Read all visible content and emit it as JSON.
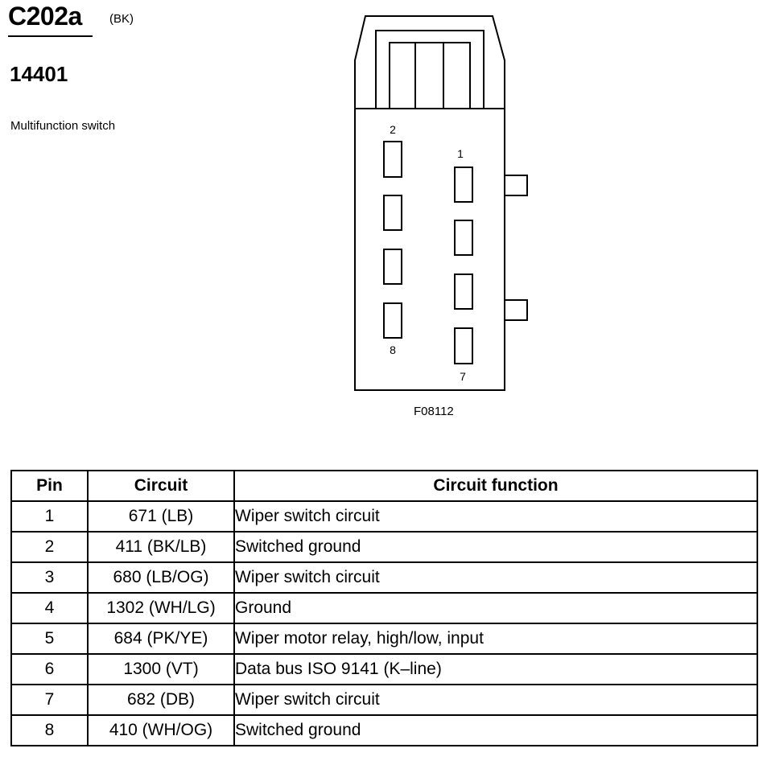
{
  "connector": {
    "id": "C202a",
    "color": "(BK)",
    "part_number": "14401",
    "description": "Multifunction switch"
  },
  "diagram": {
    "figure_id": "F08112",
    "pin_labels": {
      "top_left": "2",
      "bottom_left": "8",
      "top_right": "1",
      "bottom_right": "7"
    }
  },
  "table": {
    "headers": {
      "pin": "Pin",
      "circuit": "Circuit",
      "function": "Circuit function"
    },
    "rows": [
      {
        "pin": "1",
        "circuit": "671 (LB)",
        "function": "Wiper switch circuit"
      },
      {
        "pin": "2",
        "circuit": "411 (BK/LB)",
        "function": "Switched ground"
      },
      {
        "pin": "3",
        "circuit": "680 (LB/OG)",
        "function": "Wiper switch circuit"
      },
      {
        "pin": "4",
        "circuit": "1302 (WH/LG)",
        "function": "Ground"
      },
      {
        "pin": "5",
        "circuit": "684 (PK/YE)",
        "function": "Wiper motor relay, high/low, input"
      },
      {
        "pin": "6",
        "circuit": "1300 (VT)",
        "function": "Data bus ISO 9141 (K–line)"
      },
      {
        "pin": "7",
        "circuit": "682 (DB)",
        "function": "Wiper switch circuit"
      },
      {
        "pin": "8",
        "circuit": "410 (WH/OG)",
        "function": "Switched ground"
      }
    ]
  }
}
